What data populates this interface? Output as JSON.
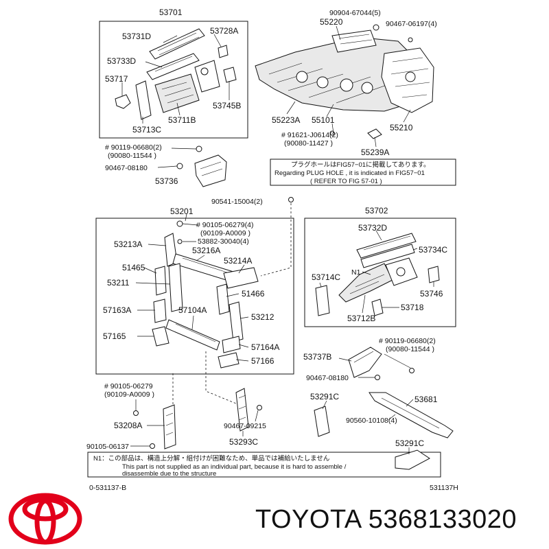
{
  "brand": "TOYOTA",
  "part_number": "5368133020",
  "logo_color": "#e2001a",
  "footer": {
    "left_code": "0-531137-B",
    "right_code": "531137H"
  },
  "note_plug": {
    "jp": "プラグホールはFIG57−01に掲載してあります。",
    "en1": "Regarding PLUG HOLE , it is indicated in FIG57−01",
    "en2": "( REFER TO FIG  57-01  )"
  },
  "note_n1": {
    "jp": "N1：この部品は、構造上分解・組付けが困難なため、単品では補給いたしません",
    "en1": "This part is not supplied as an individual part, because it is hard to assemble /",
    "en2": "disassemble due to the structure"
  },
  "labels": {
    "p53701": "53701",
    "p53731D": "53731D",
    "p53728A": "53728A",
    "p53733D": "53733D",
    "p53717": "53717",
    "p53711B": "53711B",
    "p53745B": "53745B",
    "p53713C": "53713C",
    "p90119_06680_a": "# 90119-06680(2)",
    "p90080_11544_a": "(90080-11544    )",
    "p90467_08180_a": "90467-08180",
    "p53736": "53736",
    "p90904_67044": "90904-67044(5)",
    "p55220": "55220",
    "p90467_06197": "90467-06197(4)",
    "p55223A": "55223A",
    "p55101": "55101",
    "p55210": "55210",
    "p55239A": "55239A",
    "p91621_J0614": "# 91621-J0614(2)",
    "p90080_11427": "(90080-11427    )",
    "p90541_15004": "90541-15004(2)",
    "p53201": "53201",
    "p90105_06279_a": "# 90105-06279(4)",
    "p90109_A0009_a": "(90109-A0009    )",
    "p53882_30040": "53882-30040(4)",
    "p53213A": "53213A",
    "p53216A": "53216A",
    "p53214A": "53214A",
    "p51465": "51465",
    "p53211": "53211",
    "p51466": "51466",
    "p57163A": "57163A",
    "p57104A": "57104A",
    "p53212": "53212",
    "p57165": "57165",
    "p57164A": "57164A",
    "p57166": "57166",
    "p53702": "53702",
    "p53732D": "53732D",
    "p53734C": "53734C",
    "pN1": "N1",
    "p53714C": "53714C",
    "p53746": "53746",
    "p53718": "53718",
    "p53712B": "53712B",
    "p90119_06680_b": "# 90119-06680(2)",
    "p90080_11544_b": "(90080-11544    )",
    "p53737B": "53737B",
    "p90467_08180_b": "90467-08180",
    "p90105_06279_b": "# 90105-06279",
    "p90109_A0009_b": "(90109-A0009    )",
    "p53208A": "53208A",
    "p90105_06137": "90105-06137",
    "p53291C_a": "53291C",
    "p53681": "53681",
    "p90560_10108": "90560-10108(4)",
    "p53291C_b": "53291C",
    "p90467_09215": "90467-09215",
    "p53293C": "53293C"
  }
}
